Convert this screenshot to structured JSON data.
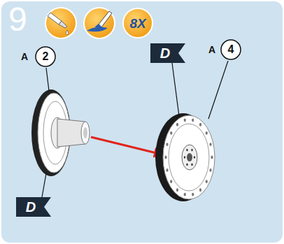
{
  "diagram": {
    "nodes": [
      {
        "text": [
          "8X"
        ]
      },
      {
        "text": [
          "2"
        ]
      },
      {
        "text": [
          "D"
        ]
      },
      {
        "text": [
          "4"
        ]
      },
      {
        "text": [
          "D"
        ]
      }
    ],
    "labels": [
      "9",
      "A",
      "A"
    ]
  }
}
